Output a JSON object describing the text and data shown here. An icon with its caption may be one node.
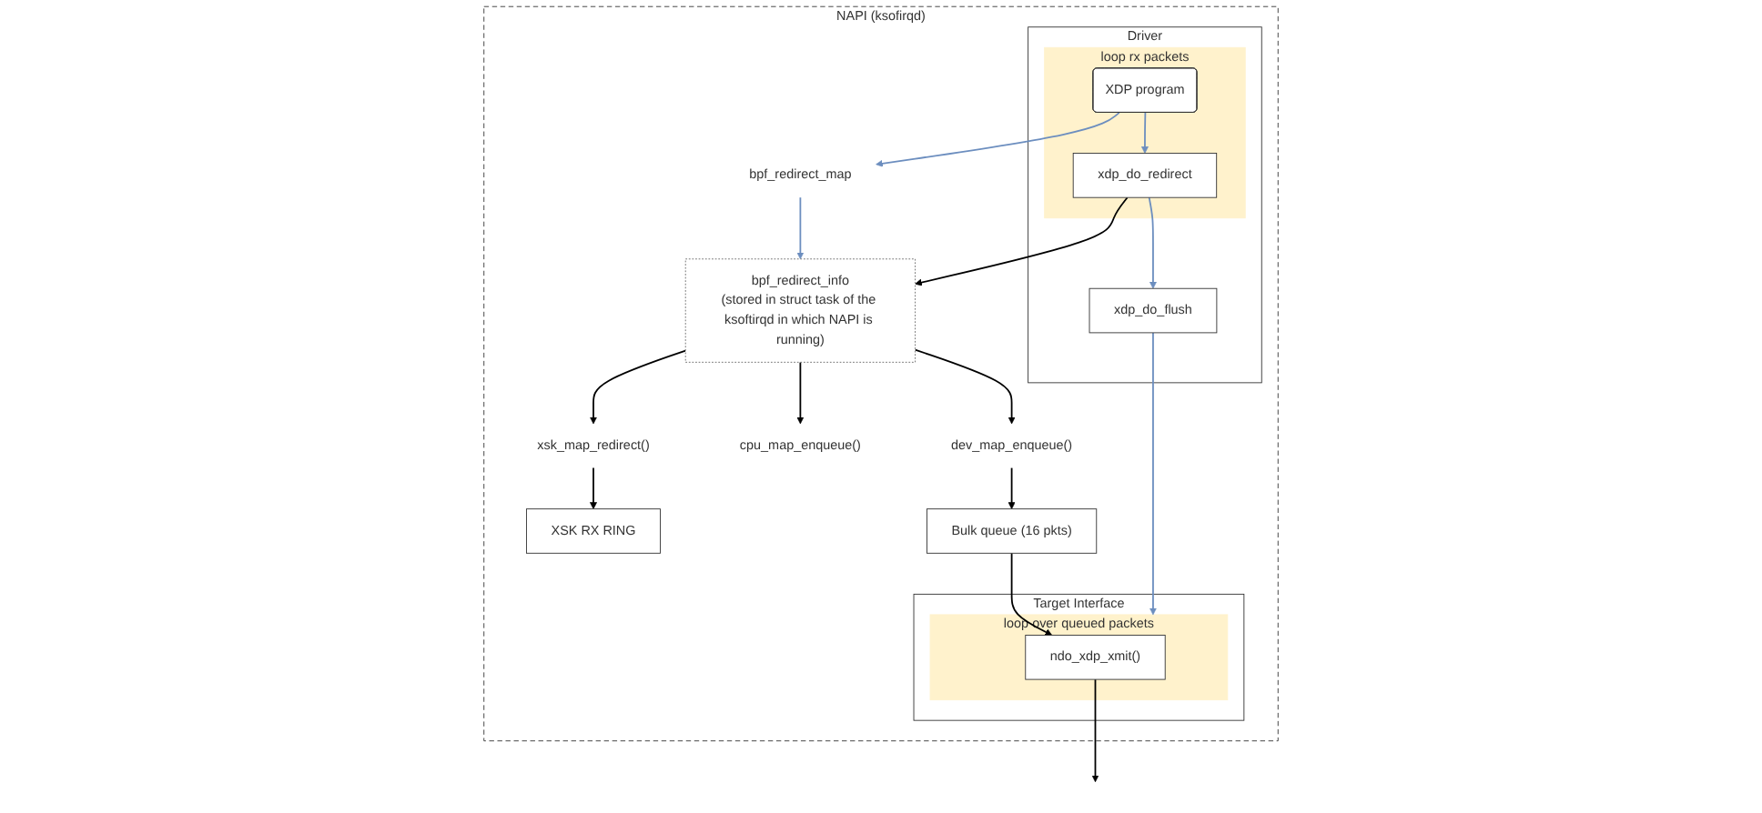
{
  "diagram": {
    "nodes": [
      {
        "text": [
          "NAPI (ksofirqd)"
        ]
      },
      {
        "text": [
          "Driver"
        ],
        "in": 0
      },
      {
        "text": [
          "loop rx packets"
        ],
        "in": 1
      },
      {
        "text": [
          "XDP program"
        ],
        "in": 2
      },
      {
        "text": [
          "xdp_do_redirect"
        ],
        "in": 2
      },
      {
        "text": [
          "xdp_do_flush"
        ],
        "in": 1
      },
      {
        "text": [
          "bpf_redirect_map"
        ],
        "in": 0
      },
      {
        "text": [
          "bpf_redirect_info",
          "(stored in struct task of the ksoftirqd in which NAPI is running)"
        ],
        "in": 0
      },
      {
        "text": [
          "xsk_map_redirect()"
        ],
        "in": 0
      },
      {
        "text": [
          "cpu_map_enqueue()"
        ],
        "in": 0
      },
      {
        "text": [
          "dev_map_enqueue()"
        ],
        "in": 0
      },
      {
        "text": [
          "XSK RX RING"
        ],
        "in": 0
      },
      {
        "text": [
          "Bulk queue (16 pkts)"
        ],
        "in": 0
      },
      {
        "text": [
          "Target Interface"
        ],
        "in": 0
      },
      {
        "text": [
          "loop over queued packets"
        ],
        "in": 13
      },
      {
        "text": [
          "ndo_xdp_xmit()"
        ],
        "in": 14
      }
    ],
    "edges": [
      {
        "from": 3,
        "to": 4,
        "arrow": "to",
        "color": "#6c8ebf"
      },
      {
        "from": 4,
        "to": 5,
        "arrow": "to",
        "color": "#6c8ebf"
      },
      {
        "from": 3,
        "to": 6,
        "arrow": "to",
        "color": "#6c8ebf"
      },
      {
        "from": 6,
        "to": 7,
        "arrow": "to",
        "color": "#6c8ebf"
      },
      {
        "from": 4,
        "to": 7,
        "arrow": "to"
      },
      {
        "from": 7,
        "to": 8,
        "arrow": "to"
      },
      {
        "from": 7,
        "to": 9,
        "arrow": "to"
      },
      {
        "from": 7,
        "to": 10,
        "arrow": "to"
      },
      {
        "from": 8,
        "to": 11,
        "arrow": "to"
      },
      {
        "from": 10,
        "to": 12,
        "arrow": "to"
      },
      {
        "from": 12,
        "to": 15,
        "arrow": "to"
      },
      {
        "from": 5,
        "to": 14,
        "arrow": "to",
        "color": "#6c8ebf"
      },
      {
        "from": 15,
        "to": null,
        "arrow": "to"
      }
    ]
  }
}
